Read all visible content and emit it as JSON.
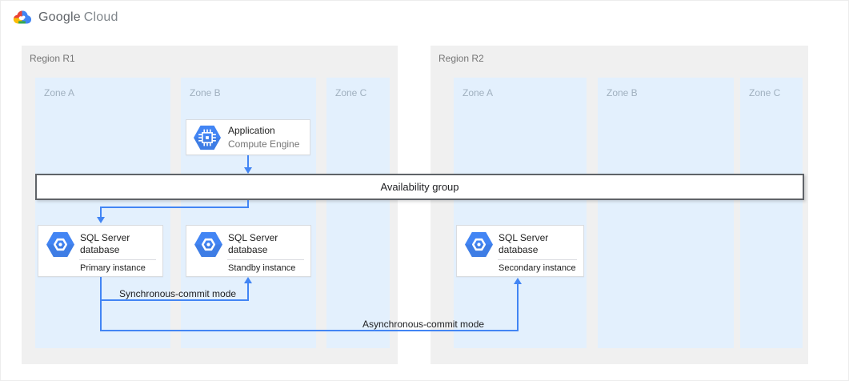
{
  "header": {
    "brand_google": "Google",
    "brand_cloud": "Cloud"
  },
  "regions": [
    {
      "label": "Region R1",
      "zones": [
        {
          "label": "Zone A"
        },
        {
          "label": "Zone B"
        },
        {
          "label": "Zone C"
        }
      ]
    },
    {
      "label": "Region R2",
      "zones": [
        {
          "label": "Zone A"
        },
        {
          "label": "Zone B"
        },
        {
          "label": "Zone C"
        }
      ]
    }
  ],
  "nodes": {
    "application": {
      "title": "Application",
      "subtitle": "Compute Engine",
      "icon": "compute-engine-icon"
    },
    "availability_group": {
      "label": "Availability group"
    },
    "sql_primary": {
      "title": "SQL Server database",
      "subtitle": "Primary instance",
      "icon": "cloud-sql-icon"
    },
    "sql_standby": {
      "title": "SQL Server database",
      "subtitle": "Standby instance",
      "icon": "cloud-sql-icon"
    },
    "sql_secondary": {
      "title": "SQL Server database",
      "subtitle": "Secondary instance",
      "icon": "cloud-sql-icon"
    }
  },
  "edges": {
    "app_to_group": "application -> availability group",
    "group_to_primary": "availability group -> primary instance",
    "sync_label": "Synchronous-commit mode",
    "async_label": "Asynchronous-commit mode"
  },
  "colors": {
    "arrow_blue": "#4285F4",
    "hexagon_blue": "#4285F4",
    "zone_bg": "#E3F0FD",
    "region_bg": "#F0F0F0",
    "bar_border": "#5F6368",
    "google_red": "#EA4335",
    "google_yellow": "#FBBC05",
    "google_green": "#34A853"
  }
}
